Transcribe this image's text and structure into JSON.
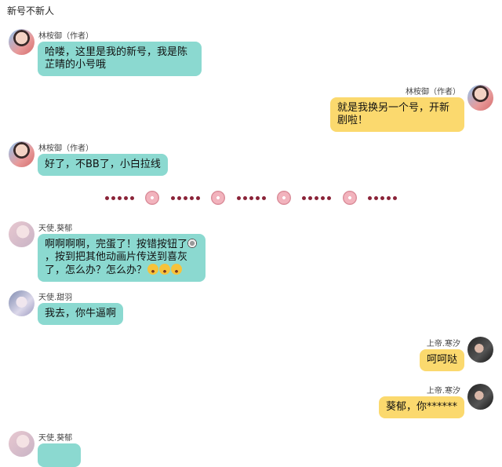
{
  "header": {
    "title": "新号不新人"
  },
  "messages": [
    {
      "side": "left",
      "sender": "林桉御（作者）",
      "text": "哈喽，这里是我的新号，我是陈芷晴的小号哦"
    },
    {
      "side": "right",
      "sender": "林桉御（作者）",
      "text": "就是我换另一个号，开新剧啦！"
    },
    {
      "side": "left",
      "sender": "林桉御（作者）",
      "text": "好了，不BB了，小白拉线"
    },
    {
      "side": "left",
      "sender": "天使.葵郁",
      "text_a": "啊啊啊啊，完蛋了！按错按钮了",
      "text_b": "，按到把其他动画片传送到喜灰了，怎么办？怎么办？",
      "emoji": [
        "radio-button",
        "loudly-crying",
        "loudly-crying",
        "loudly-crying"
      ]
    },
    {
      "side": "left",
      "sender": "天使.甜羽",
      "text": "我去，你牛逼啊"
    },
    {
      "side": "right",
      "sender": "上帝.寒汐",
      "text": "呵呵哒"
    },
    {
      "side": "right",
      "sender": "上帝.寒汐",
      "text": "葵郁，你******"
    },
    {
      "side": "left",
      "sender": "天使.葵郁",
      "text": ""
    }
  ],
  "colors": {
    "left_bubble": "#8bd9d0",
    "right_bubble": "#fbd96e",
    "divider_dot": "#8a2338"
  }
}
